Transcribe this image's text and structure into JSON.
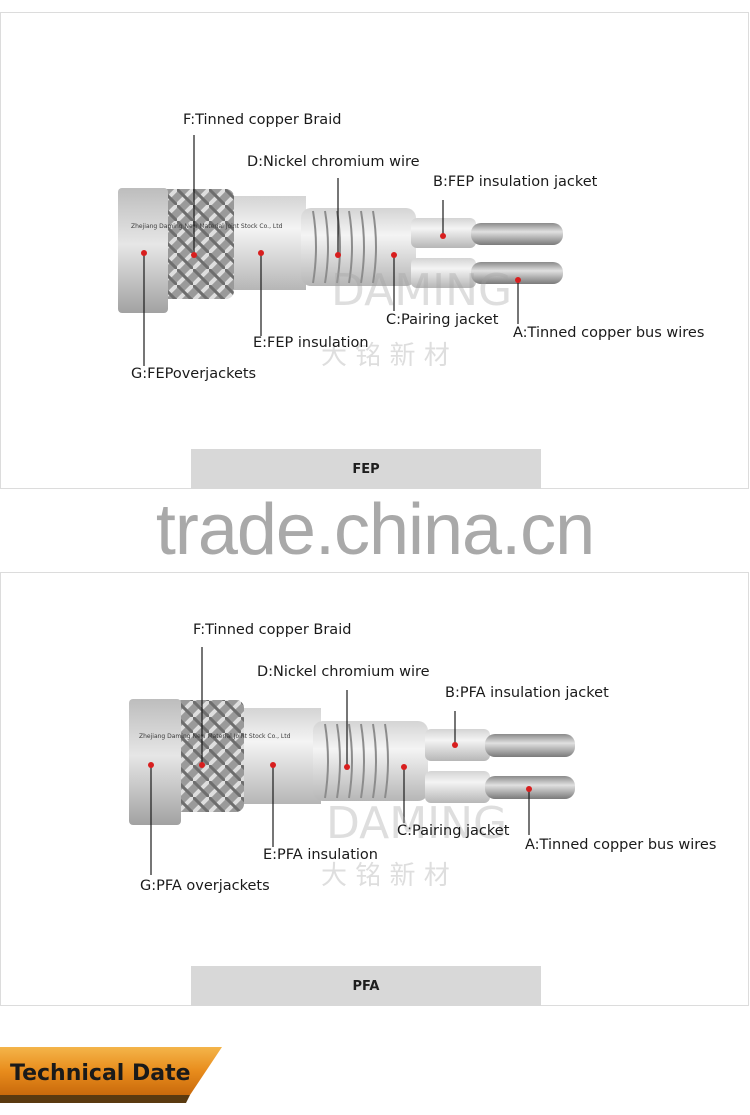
{
  "diagrams": [
    {
      "caption": "FEP",
      "imprint": "Zhejiang Daming New Material Joint Stock Co., Ltd",
      "labels": {
        "F": "F:Tinned copper Braid",
        "D": "D:Nickel chromium wire",
        "B": "B:FEP insulation jacket",
        "C": "C:Pairing jacket",
        "A": "A:Tinned copper bus wires",
        "E": "E:FEP insulation",
        "G": "G:FEPoverjackets"
      }
    },
    {
      "caption": "PFA",
      "imprint": "Zhejiang Daming New Material Joint Stock Co., Ltd",
      "labels": {
        "F": "F:Tinned copper Braid",
        "D": "D:Nickel chromium wire",
        "B": "B:PFA insulation jacket",
        "C": "C:Pairing jacket",
        "A": "A:Tinned copper bus wires",
        "E": "E:PFA insulation",
        "G": "G:PFA overjackets"
      }
    }
  ],
  "watermark": "trade.china.cn",
  "brand_mark": {
    "latin": "DAMING",
    "chinese": "大 铭 新 材"
  },
  "section_banner": "Technical Date",
  "colors": {
    "pointer_dot": "#d81e1e",
    "banner_fill": "#e88c1c",
    "caption_bar": "#d8d8d8"
  }
}
